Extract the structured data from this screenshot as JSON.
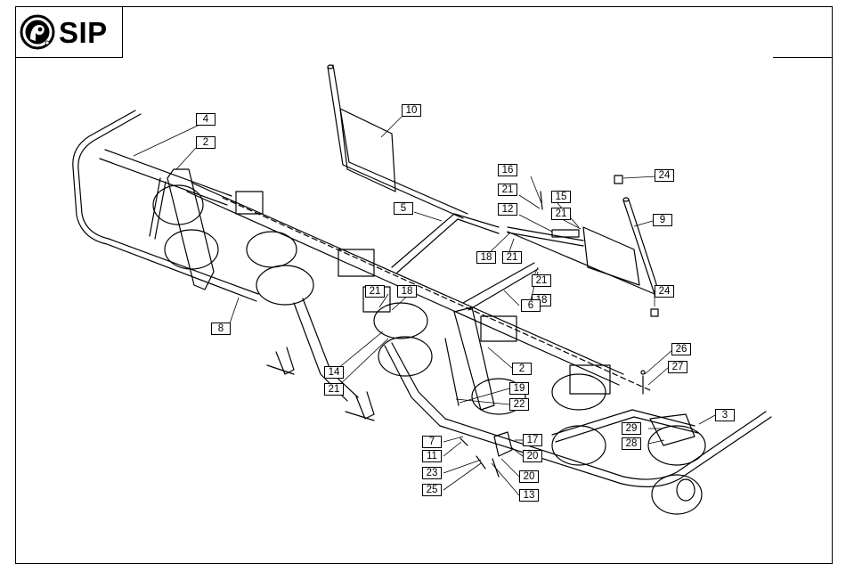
{
  "brand": {
    "name": "SIP",
    "logo_icon": "sip-logo-icon"
  },
  "callouts": [
    {
      "id": "c4",
      "label": "4"
    },
    {
      "id": "c2a",
      "label": "2"
    },
    {
      "id": "c10",
      "label": "10"
    },
    {
      "id": "c16",
      "label": "16"
    },
    {
      "id": "c21a",
      "label": "21"
    },
    {
      "id": "c15",
      "label": "15"
    },
    {
      "id": "c12",
      "label": "12"
    },
    {
      "id": "c21b",
      "label": "21"
    },
    {
      "id": "c24a",
      "label": "24"
    },
    {
      "id": "c5",
      "label": "5"
    },
    {
      "id": "c9",
      "label": "9"
    },
    {
      "id": "c18a",
      "label": "18"
    },
    {
      "id": "c21c",
      "label": "21"
    },
    {
      "id": "c21d",
      "label": "21"
    },
    {
      "id": "c21e",
      "label": "21"
    },
    {
      "id": "c18b",
      "label": "18"
    },
    {
      "id": "c24b",
      "label": "24"
    },
    {
      "id": "c18c",
      "label": "18"
    },
    {
      "id": "c6",
      "label": "6"
    },
    {
      "id": "c8",
      "label": "8"
    },
    {
      "id": "c26",
      "label": "26"
    },
    {
      "id": "c27",
      "label": "27"
    },
    {
      "id": "c14",
      "label": "14"
    },
    {
      "id": "c2b",
      "label": "2"
    },
    {
      "id": "c21f",
      "label": "21"
    },
    {
      "id": "c19",
      "label": "19"
    },
    {
      "id": "c22",
      "label": "22"
    },
    {
      "id": "c3",
      "label": "3"
    },
    {
      "id": "c29",
      "label": "29"
    },
    {
      "id": "c28",
      "label": "28"
    },
    {
      "id": "c7",
      "label": "7"
    },
    {
      "id": "c17",
      "label": "17"
    },
    {
      "id": "c11",
      "label": "11"
    },
    {
      "id": "c20a",
      "label": "20"
    },
    {
      "id": "c23",
      "label": "23"
    },
    {
      "id": "c20b",
      "label": "20"
    },
    {
      "id": "c25",
      "label": "25"
    },
    {
      "id": "c13",
      "label": "13"
    }
  ]
}
